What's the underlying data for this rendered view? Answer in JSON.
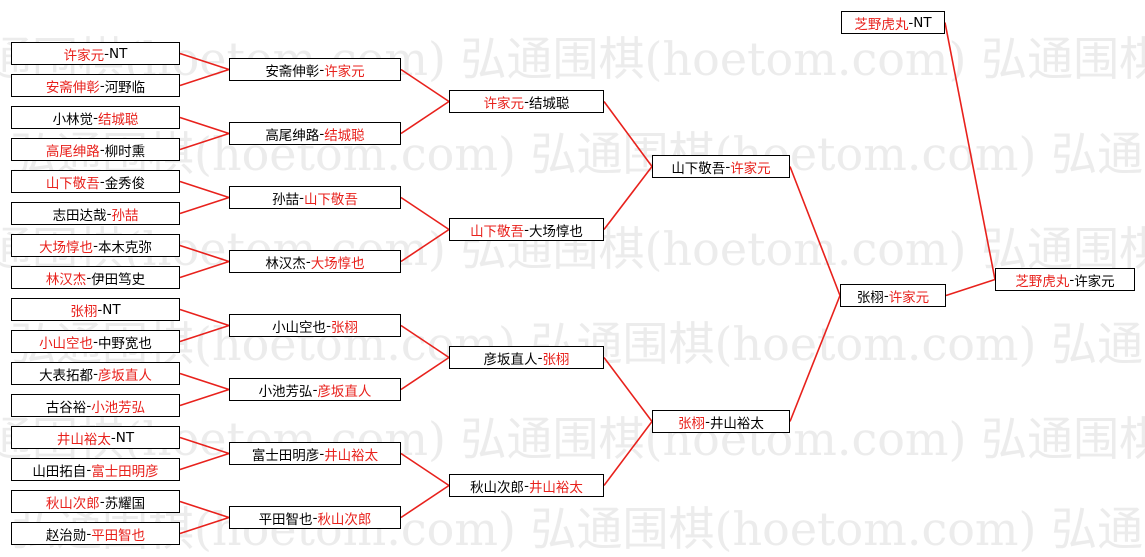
{
  "watermark": "弘通围棋(hoetom.com)",
  "colors": {
    "winner": "#e8211c",
    "text": "#000000",
    "line": "#e8211c",
    "watermark": "#ececec"
  },
  "bracket": {
    "r1": [
      {
        "p1": "许家元",
        "p2": "NT",
        "w": 0
      },
      {
        "p1": "安斋伸彰",
        "p2": "河野临",
        "w": 0
      },
      {
        "p1": "小林觉",
        "p2": "结城聪",
        "w": 1
      },
      {
        "p1": "高尾绅路",
        "p2": "柳时熏",
        "w": 0
      },
      {
        "p1": "山下敬吾",
        "p2": "金秀俊",
        "w": 0
      },
      {
        "p1": "志田达哉",
        "p2": "孙喆",
        "w": 1
      },
      {
        "p1": "大场惇也",
        "p2": "本木克弥",
        "w": 0
      },
      {
        "p1": "林汉杰",
        "p2": "伊田笃史",
        "w": 0
      },
      {
        "p1": "张栩",
        "p2": "NT",
        "w": 0
      },
      {
        "p1": "小山空也",
        "p2": "中野宽也",
        "w": 0
      },
      {
        "p1": "大表拓都",
        "p2": "彦坂直人",
        "w": 1
      },
      {
        "p1": "古谷裕",
        "p2": "小池芳弘",
        "w": 1
      },
      {
        "p1": "井山裕太",
        "p2": "NT",
        "w": 0
      },
      {
        "p1": "山田拓自",
        "p2": "富士田明彦",
        "w": 1
      },
      {
        "p1": "秋山次郎",
        "p2": "苏耀国",
        "w": 0
      },
      {
        "p1": "赵治勋",
        "p2": "平田智也",
        "w": 1
      }
    ],
    "r2": [
      {
        "p1": "安斋伸彰",
        "p2": "许家元",
        "w": 1
      },
      {
        "p1": "高尾绅路",
        "p2": "结城聪",
        "w": 1
      },
      {
        "p1": "孙喆",
        "p2": "山下敬吾",
        "w": 1
      },
      {
        "p1": "林汉杰",
        "p2": "大场惇也",
        "w": 1
      },
      {
        "p1": "小山空也",
        "p2": "张栩",
        "w": 1
      },
      {
        "p1": "小池芳弘",
        "p2": "彦坂直人",
        "w": 1
      },
      {
        "p1": "富士田明彦",
        "p2": "井山裕太",
        "w": 1
      },
      {
        "p1": "平田智也",
        "p2": "秋山次郎",
        "w": 1
      }
    ],
    "r3": [
      {
        "p1": "许家元",
        "p2": "结城聪",
        "w": 0
      },
      {
        "p1": "山下敬吾",
        "p2": "大场惇也",
        "w": 0
      },
      {
        "p1": "彦坂直人",
        "p2": "张栩",
        "w": 1
      },
      {
        "p1": "秋山次郎",
        "p2": "井山裕太",
        "w": 1
      }
    ],
    "r4": [
      {
        "p1": "山下敬吾",
        "p2": "许家元",
        "w": 1
      },
      {
        "p1": "张栩",
        "p2": "井山裕太",
        "w": 0
      }
    ],
    "r5": [
      {
        "p1": "张栩",
        "p2": "许家元",
        "w": 1
      }
    ],
    "final": {
      "p1": "芝野虎丸",
      "p2": "许家元",
      "w": 0
    },
    "seed": {
      "p1": "芝野虎丸",
      "p2": "NT",
      "w": 0
    }
  }
}
